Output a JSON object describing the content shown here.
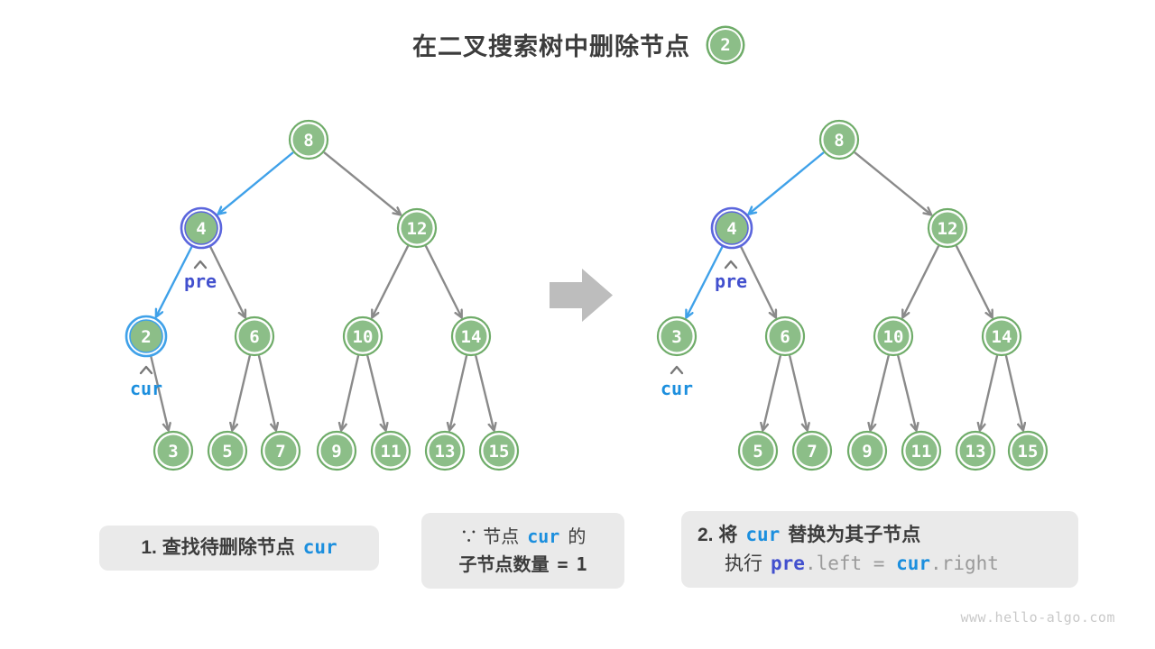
{
  "title": {
    "text": "在二叉搜索树中删除节点",
    "badge": "2"
  },
  "left_tree": {
    "nodes": [
      "8",
      "4",
      "12",
      "2",
      "6",
      "10",
      "14",
      "3",
      "5",
      "7",
      "9",
      "11",
      "13",
      "15"
    ]
  },
  "right_tree": {
    "nodes": [
      "8",
      "4",
      "12",
      "3",
      "6",
      "10",
      "14",
      "5",
      "7",
      "9",
      "11",
      "13",
      "15"
    ]
  },
  "pointers": {
    "pre": "pre",
    "cur": "cur"
  },
  "captions": {
    "step1": {
      "text": "1. 查找待删除节点",
      "code": "cur"
    },
    "reason": {
      "line1": {
        "prefix": "∵ 节点",
        "code": "cur",
        "suffix": "的"
      },
      "line2": {
        "text": "子节点数量",
        "eq": "=",
        "value": "1"
      }
    },
    "step2": {
      "line1": {
        "prefix": "2. 将",
        "code": "cur",
        "suffix": "替换为其子节点"
      },
      "line2": {
        "prefix": "执行",
        "pre": "pre",
        "mid": ".left = ",
        "cur": "cur",
        "suffix": ".right"
      }
    }
  },
  "watermark": "www.hello-algo.com",
  "colors": {
    "green_fill": "#8CBE88",
    "green_ring": "#6FAC69",
    "edge_gray": "#8A8A8A",
    "cur_blue": "#3FA1E9",
    "pre_indigo": "#5B66DD",
    "cur_text": "#1C8FDE",
    "pre_text": "#4250CE",
    "box_bg": "#EAEAEA",
    "text_dark": "#3C3C3C",
    "code_gray": "#9A9A9A",
    "arrow_gray": "#BDBDBD",
    "caret_gray": "#787878",
    "watermark_gray": "#C9C9C9"
  }
}
